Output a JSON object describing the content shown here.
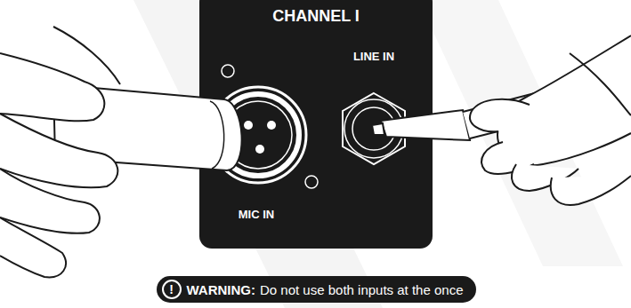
{
  "diagram": {
    "nodes": [
      {
        "text": [
          "CHANNEL I",
          "LINE IN",
          "MIC IN"
        ]
      },
      {
        "text": [
          "!",
          "WARNING:",
          "Do not use both inputs at the once"
        ]
      }
    ]
  }
}
